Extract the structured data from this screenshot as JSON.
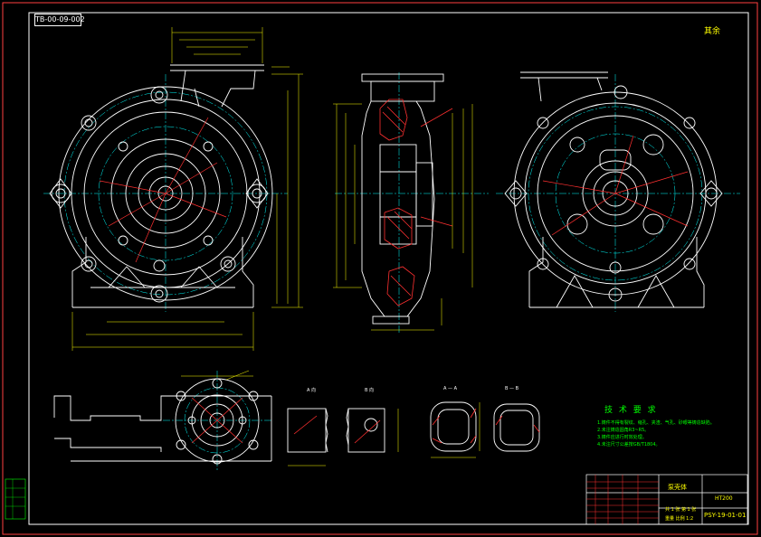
{
  "drawing": {
    "code_box": "TB-00-09-002",
    "roughness_note": "其余",
    "section_labels": {
      "a_view": "A 向",
      "b_view": "B 向",
      "aa": "A — A",
      "bb": "B — B"
    }
  },
  "technical_requirements": {
    "title": "技 术 要 求",
    "items": [
      "1.铸件不得有裂纹、缩孔、夹渣、气孔、砂眼等铸造缺陷。",
      "2.未注铸造圆角R3~R5。",
      "3.铸件应进行时效处理。",
      "4.未注尺寸公差按GB/T1804。"
    ]
  },
  "title_block": {
    "part_name": "泵壳体",
    "material": "HT200",
    "drawing_number": "PSY-19-01-01",
    "scale_text": "共 1 张  第 1 张",
    "sheet_text": "重量  比例 1:2"
  },
  "colors": {
    "background": "#000000",
    "outline": "#ffffff",
    "centerline": "#00ffff",
    "dimension": "#ffff00",
    "section": "#ff3030",
    "hidden": "#ff00ff",
    "text": "#00ff00"
  }
}
